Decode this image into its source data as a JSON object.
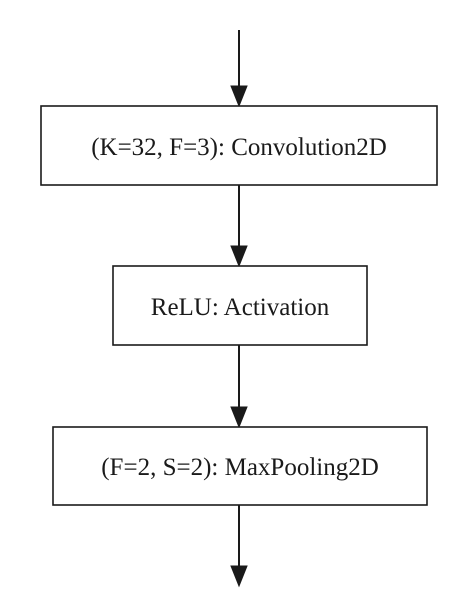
{
  "diagram": {
    "layers": [
      {
        "label": "(K=32, F=3): Convolution2D"
      },
      {
        "label": "ReLU: Activation"
      },
      {
        "label": "(F=2, S=2): MaxPooling2D"
      }
    ]
  }
}
